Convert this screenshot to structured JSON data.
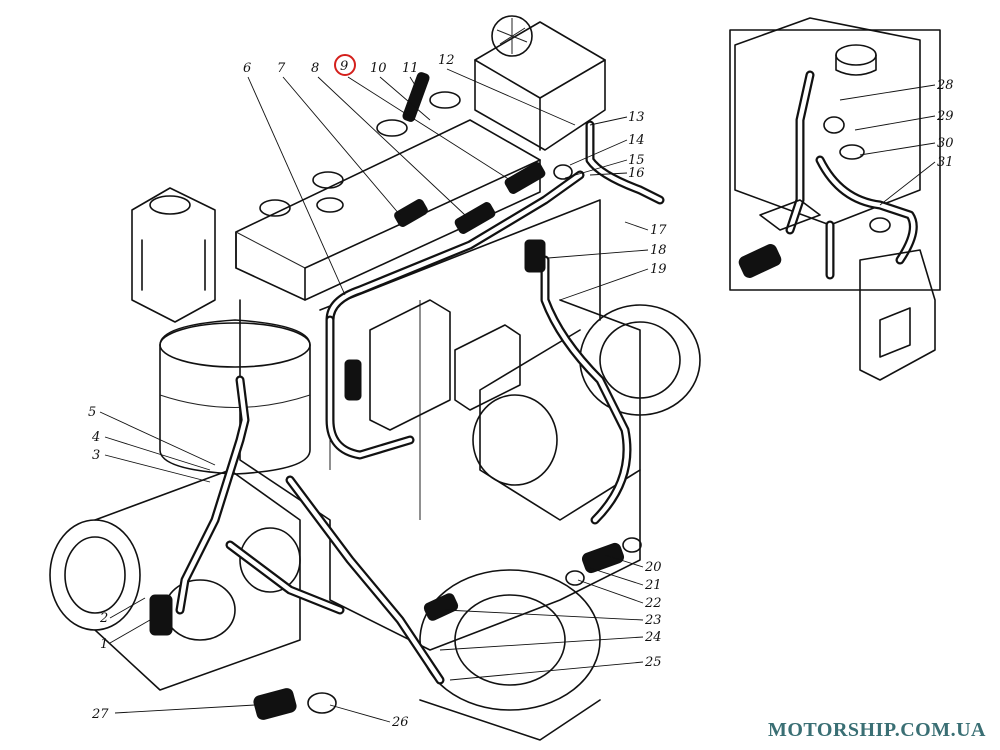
{
  "diagram": {
    "callouts": {
      "c1": "1",
      "c2": "2",
      "c3": "3",
      "c4": "4",
      "c5": "5",
      "c6": "6",
      "c7": "7",
      "c8": "8",
      "c9": "9",
      "c10": "10",
      "c11": "11",
      "c12": "12",
      "c13": "13",
      "c14": "14",
      "c15": "15",
      "c16": "16",
      "c17": "17",
      "c18": "18",
      "c19": "19",
      "c20": "20",
      "c21": "21",
      "c22": "22",
      "c23": "23",
      "c24": "24",
      "c25": "25",
      "c26": "26",
      "c27": "27",
      "c28": "28",
      "c29": "29",
      "c30": "30",
      "c31": "31"
    },
    "highlighted_callout": "9",
    "highlight_color": "#d4201c"
  },
  "watermark": {
    "text": "MOTORSHIP.COM.UA",
    "color": "#3a6f74"
  }
}
